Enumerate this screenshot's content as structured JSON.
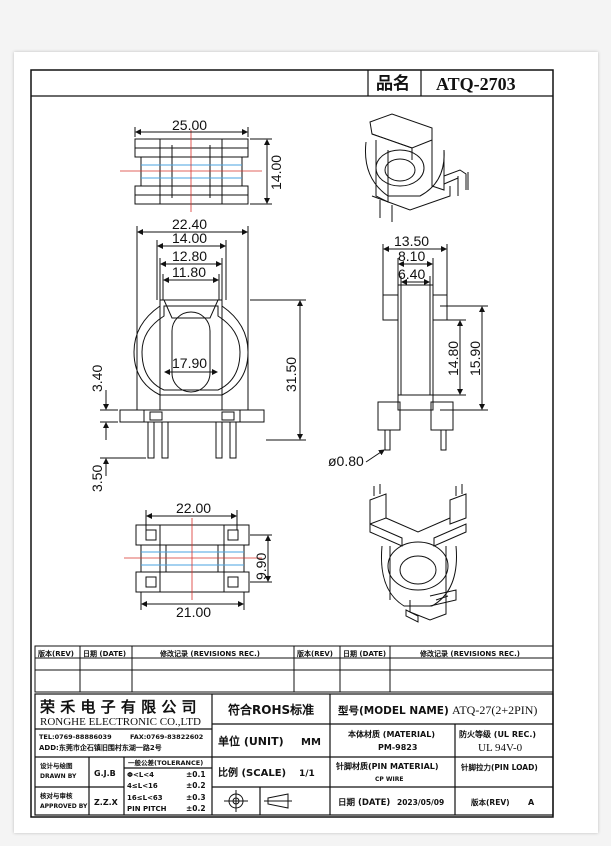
{
  "header": {
    "part_name_label": "品名",
    "part_number": "ATQ-2703"
  },
  "dimensions": {
    "top_width": "25.00",
    "top_height": "14.00",
    "front_outer_width": "22.40",
    "front_width_2": "14.00",
    "front_width_3": "12.80",
    "front_width_4": "11.80",
    "front_inner": "17.90",
    "front_height": "31.50",
    "front_side": "3.40",
    "pin_length": "3.50",
    "side_width": "13.50",
    "side_width_2": "8.10",
    "side_width_3": "6.40",
    "side_height_1": "14.80",
    "side_height_2": "15.90",
    "pin_diameter": "ø0.80",
    "bottom_width_top": "22.00",
    "bottom_height": "9.90",
    "bottom_width_bottom": "21.00"
  },
  "revisions": {
    "col_rev": "版本(REV)",
    "col_date": "日期 (DATE)",
    "col_record": "修改记录 (REVISIONS REC.)"
  },
  "company": {
    "name_cn": "荣 禾 电 子 有 限 公 司",
    "name_en": "RONGHE ELECTRONIC CO.,LTD",
    "tel": "TEL:0769-88886039",
    "fax": "FAX:0769-83822602",
    "address": "ADD:东莞市企石镇旧围村东湖一路2号"
  },
  "title_block": {
    "rohs": "符合ROHS标准",
    "model_label": "型号(MODEL NAME)",
    "model_value": "ATQ-27(2+2PIN)",
    "material_label": "本体材质 (MATERIAL)",
    "material_value": "PM-9823",
    "flame_label": "防火等级 (UL REC.)",
    "flame_value": "UL 94V-0",
    "designed_label_cn": "设计与绘图",
    "designed_label_en": "DRAWN BY",
    "designed_by": "G.J.B",
    "approved_label_cn": "核对与审核",
    "approved_label_en": "APPROVED BY",
    "approved_by": "Z.Z.X",
    "tol_header": "一般公差(TOLERANCE)",
    "tol_1_range": "Φ<L<4",
    "tol_1_value": "±0.1",
    "tol_2_range": "4≤L<16",
    "tol_2_value": "±0.2",
    "tol_3_range": "16≤L<63",
    "tol_3_value": "±0.3",
    "tol_4_range": "PIN PITCH",
    "tol_4_value": "±0.2",
    "unit_label": "单位 (UNIT)",
    "unit_value": "MM",
    "scale_label": "比例 (SCALE)",
    "scale_value": "1/1",
    "pin_material_label": "针脚材质(PIN MATERIAL)",
    "pin_material_value": "CP WIRE",
    "pin_load_label": "针脚拉力(PIN LOAD)",
    "date_label": "日期 (DATE)",
    "date_value": "2023/05/09",
    "rev_label": "版本(REV)",
    "rev_value": "A"
  }
}
